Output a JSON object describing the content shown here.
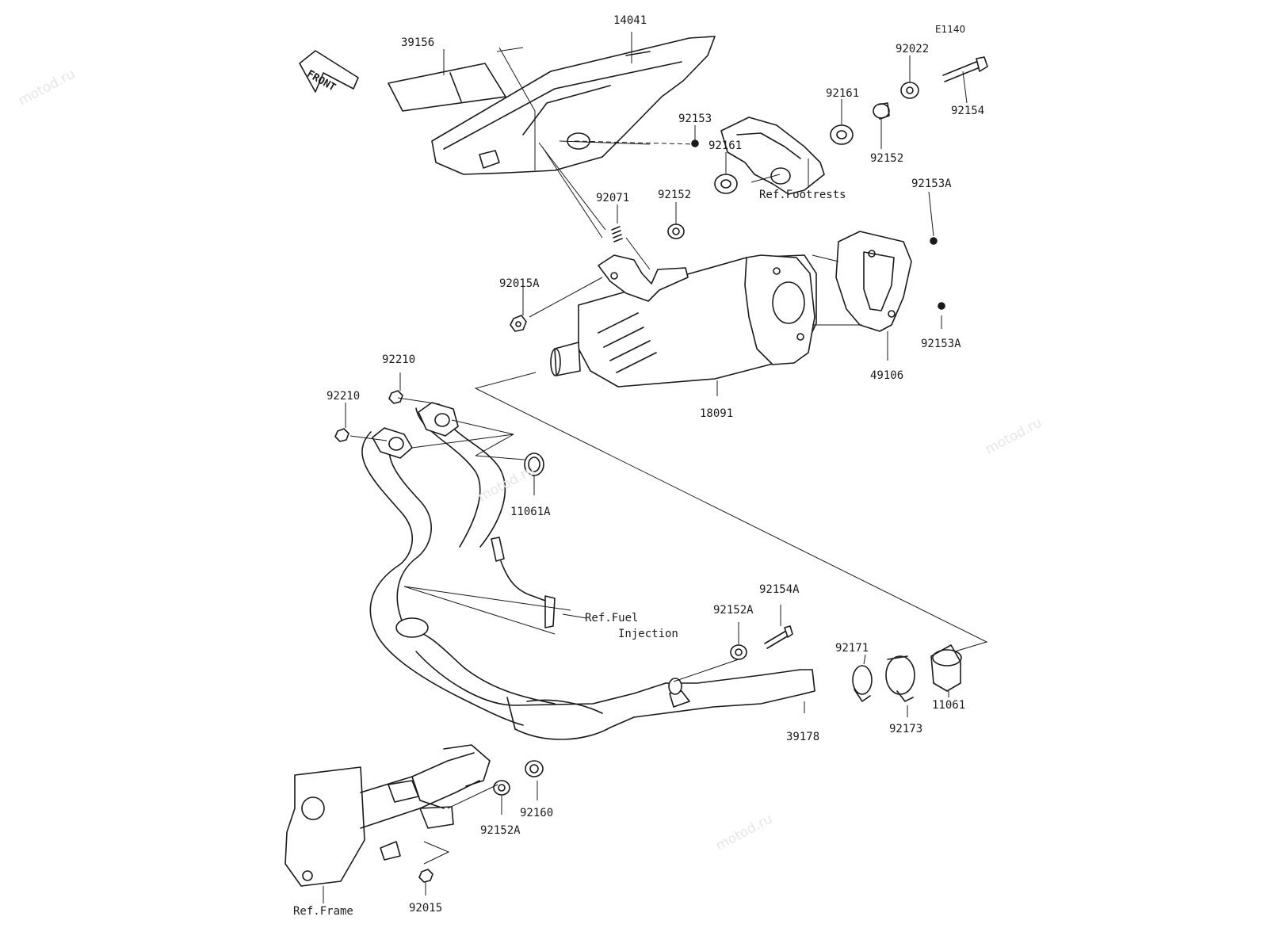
{
  "diagram": {
    "code": "E1140",
    "watermark": "motod.ru",
    "front_label": "FRONT",
    "refs": {
      "footrests": "Ref.Footrests",
      "fuel_injection_line1": "Ref.Fuel",
      "fuel_injection_line2": "Injection",
      "frame": "Ref.Frame"
    },
    "parts": {
      "p14041": "14041",
      "p39156": "39156",
      "p92153": "92153",
      "p92022": "92022",
      "p92154": "92154",
      "p92161_top": "92161",
      "p92152_top": "92152",
      "p92161_mid": "92161",
      "p92152_mid": "92152",
      "p92071": "92071",
      "p92153A_top": "92153A",
      "p92153A_bot": "92153A",
      "p92015A": "92015A",
      "p49106": "49106",
      "p18091": "18091",
      "p92210_a": "92210",
      "p92210_b": "92210",
      "p11061A": "11061A",
      "p92154A": "92154A",
      "p92152A_mid": "92152A",
      "p92171": "92171",
      "p92173": "92173",
      "p11061": "11061",
      "p39178": "39178",
      "p92160": "92160",
      "p92152A_bot": "92152A",
      "p92015": "92015"
    }
  }
}
